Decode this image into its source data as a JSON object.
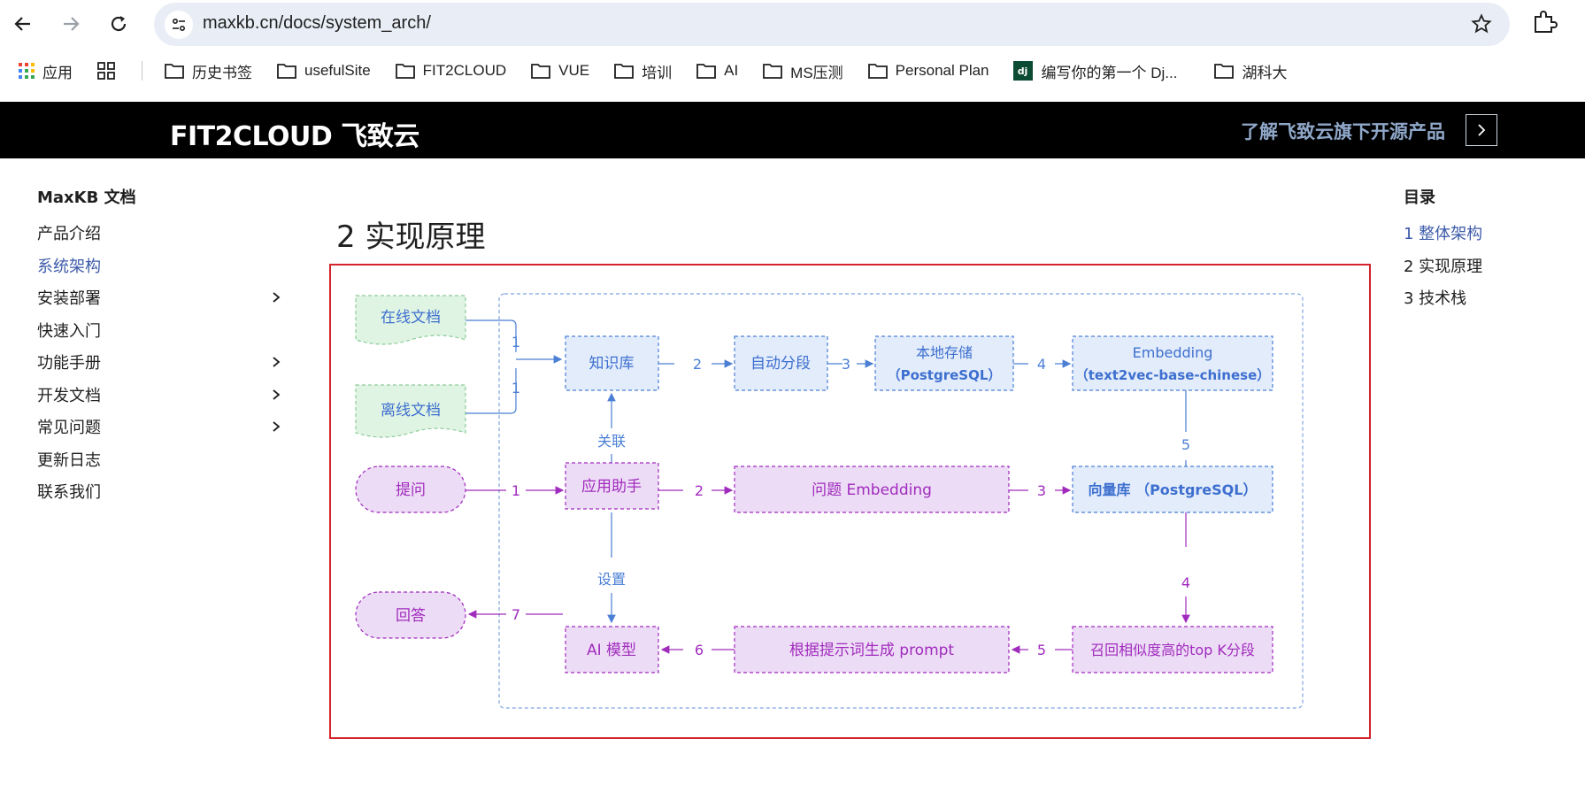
{
  "browser": {
    "url": "maxkb.cn/docs/system_arch/",
    "bookmarks": [
      {
        "label": "应用",
        "icon": "apps-grid-icon"
      },
      {
        "label": "历史书签",
        "icon": "folder-icon"
      },
      {
        "label": "usefulSite",
        "icon": "folder-icon"
      },
      {
        "label": "FIT2CLOUD",
        "icon": "folder-icon"
      },
      {
        "label": "VUE",
        "icon": "folder-icon"
      },
      {
        "label": "培训",
        "icon": "folder-icon"
      },
      {
        "label": "AI",
        "icon": "folder-icon"
      },
      {
        "label": "MS压测",
        "icon": "folder-icon"
      },
      {
        "label": "Personal Plan",
        "icon": "folder-icon"
      },
      {
        "label": "编写你的第一个 Dj...",
        "icon": "django-icon"
      },
      {
        "label": "湖科大",
        "icon": "folder-icon"
      }
    ]
  },
  "header": {
    "brand": "FIT2CLOUD 飞致云",
    "learn_more": "了解飞致云旗下开源产品"
  },
  "sidebar": {
    "title": "MaxKB 文档",
    "items": [
      {
        "label": "产品介绍",
        "has_children": false,
        "active": false
      },
      {
        "label": "系统架构",
        "has_children": false,
        "active": true
      },
      {
        "label": "安装部署",
        "has_children": true,
        "active": false
      },
      {
        "label": "快速入门",
        "has_children": false,
        "active": false
      },
      {
        "label": "功能手册",
        "has_children": true,
        "active": false
      },
      {
        "label": "开发文档",
        "has_children": true,
        "active": false
      },
      {
        "label": "常见问题",
        "has_children": true,
        "active": false
      },
      {
        "label": "更新日志",
        "has_children": false,
        "active": false
      },
      {
        "label": "联系我们",
        "has_children": false,
        "active": false
      }
    ]
  },
  "page": {
    "title": "2 实现原理"
  },
  "toc": {
    "title": "目录",
    "items": [
      {
        "label": "1 整体架构",
        "active": true
      },
      {
        "label": "2 实现原理",
        "active": false
      },
      {
        "label": "3 技术栈",
        "active": false
      }
    ]
  },
  "diagram": {
    "online_doc": "在线文档",
    "offline_doc": "离线文档",
    "knowledge_base": "知识库",
    "auto_segment": "自动分段",
    "local_storage_1": "本地存储",
    "local_storage_2": "（PostgreSQL）",
    "embedding_1": "Embedding",
    "embedding_2": "（text2vec-base-chinese）",
    "ask": "提问",
    "app_assistant": "应用助手",
    "question_embedding": "问题 Embedding",
    "vector_db": "向量库 （PostgreSQL）",
    "answer": "回答",
    "ai_model": "AI 模型",
    "prompt_gen": "根据提示词生成 prompt",
    "recall": "召回相似度高的top K分段",
    "link_label": "关联",
    "settings_label": "设置",
    "step_1": "1",
    "step_2": "2",
    "step_3": "3",
    "step_4": "4",
    "step_5": "5",
    "step_6": "6",
    "step_7": "7",
    "colors": {
      "blue": "#4a7fd4",
      "blue_fill": "#e3ecfb",
      "green_fill": "#e0f4e3",
      "green_border": "#8ccc98",
      "purple": "#a02bbd",
      "purple_fill": "#eddcf6"
    }
  }
}
